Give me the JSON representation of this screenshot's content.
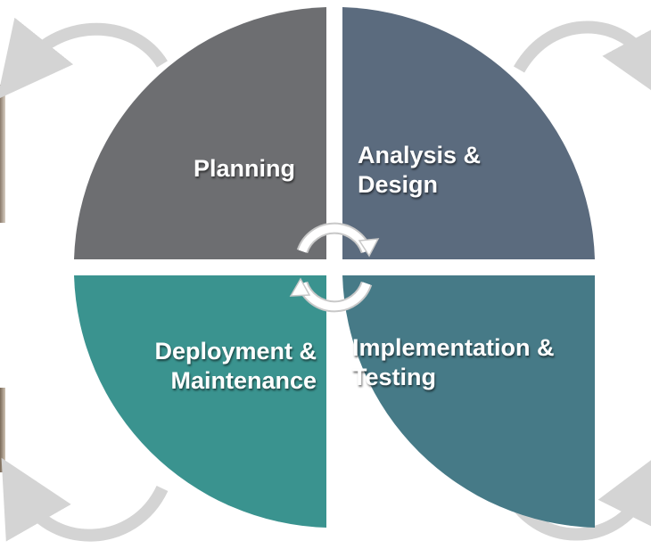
{
  "diagram": {
    "quadrants": [
      {
        "id": "planning",
        "lines": [
          "Planning"
        ],
        "color": "#6d6e71"
      },
      {
        "id": "analysis-design",
        "lines": [
          "Analysis &",
          "Design"
        ],
        "color": "#5b6b7e"
      },
      {
        "id": "deployment-maintenance",
        "lines": [
          "Deployment &",
          "Maintenance"
        ],
        "color": "#3a938f"
      },
      {
        "id": "implementation-testing",
        "lines": [
          "Implementation &",
          "Testing"
        ],
        "color": "#467a87"
      }
    ],
    "decorative_arrow_color": "#d4d4d4",
    "center_arrow_color": "#ffffff",
    "center_arrow_outline": "#c8c8c8"
  }
}
